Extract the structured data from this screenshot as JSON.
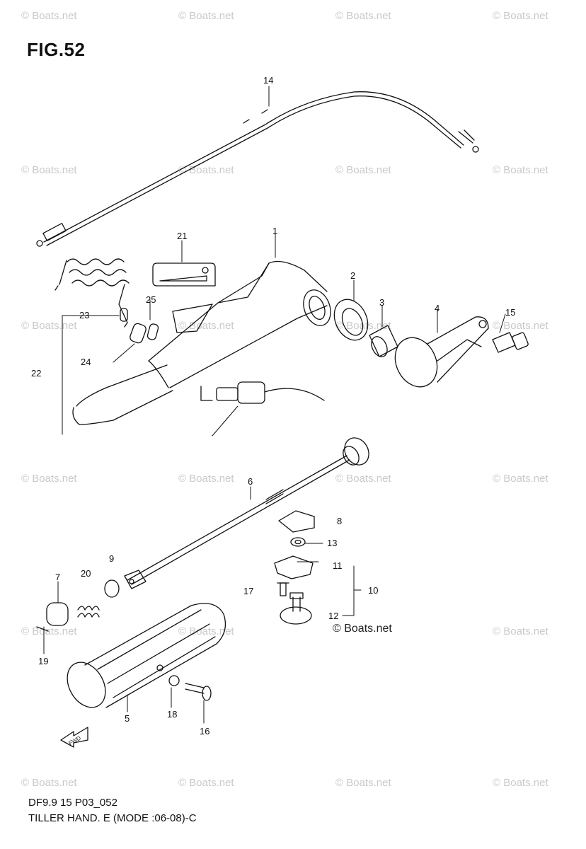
{
  "figure": {
    "title": "FIG.52",
    "code": "DF9.9 15 P03_052",
    "name": "TILLER HAND. E (MODE :06-08)-C"
  },
  "watermark": "© Boats.net",
  "direction_label": "FWD",
  "part_labels": [
    "1",
    "2",
    "3",
    "4",
    "5",
    "6",
    "7",
    "8",
    "9",
    "10",
    "11",
    "12",
    "13",
    "14",
    "15",
    "16",
    "17",
    "18",
    "19",
    "20",
    "21",
    "22",
    "23",
    "24",
    "25"
  ],
  "colors": {
    "line": "#111111",
    "watermark": "#c9c9c9",
    "background": "#ffffff"
  }
}
